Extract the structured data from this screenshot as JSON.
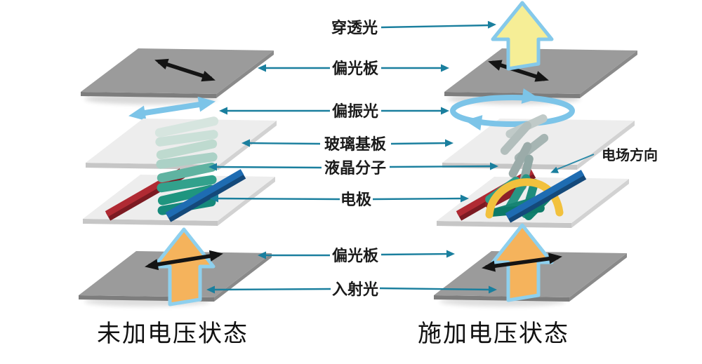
{
  "title": "LCD liquid crystal cell principle diagram",
  "labels": {
    "transmitted_light": "穿透光",
    "polarizer_top": "偏光板",
    "polarized_light": "偏振光",
    "glass_substrate": "玻璃基板",
    "lc_molecule": "液晶分子",
    "electrode": "电极",
    "polarizer_bottom": "偏光板",
    "incident_light": "入射光",
    "efield_direction": "电场方向"
  },
  "captions": {
    "left_state": "未加电压状态",
    "right_state": "施加电压状态"
  },
  "colors": {
    "background": "#ffffff",
    "annotation_teal": "#1a7f9e",
    "polarizer_gray": "#9b9b9b",
    "glass_light": "#ededed",
    "lc_teal": "#1d9181",
    "lc_pale": "#cfe0da",
    "electrode_red": "#b02a33",
    "electrode_blue": "#1e6cb2",
    "light_blue_arrow": "#7cc4e8",
    "transmitted_yellow": "#f6ee96",
    "incident_orange": "#f5b35c",
    "efield_arc_yellow": "#f2c13d",
    "axis_black": "#141414"
  }
}
